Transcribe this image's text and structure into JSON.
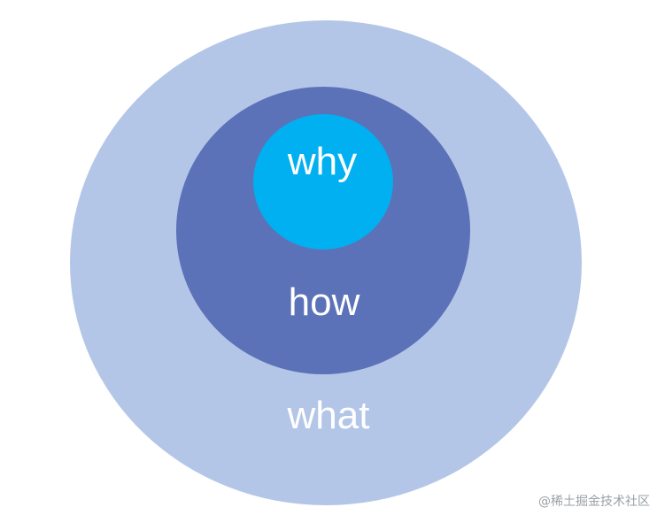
{
  "diagram": {
    "layers": [
      {
        "label": "what",
        "color": "#b4c6e7"
      },
      {
        "label": "how",
        "color": "#5b72b8"
      },
      {
        "label": "why",
        "color": "#00b0f0"
      }
    ],
    "text_color": "#ffffff"
  },
  "watermark": "@稀土掘金技术社区"
}
